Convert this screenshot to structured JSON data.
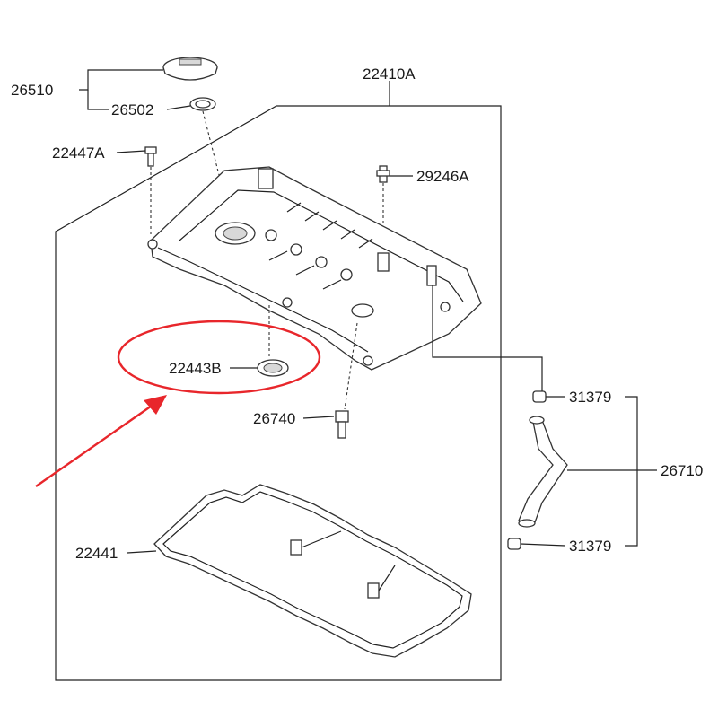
{
  "diagram": {
    "part_labels": {
      "p26510": "26510",
      "p26502": "26502",
      "p22447A": "22447A",
      "p22410A": "22410A",
      "p29246A": "29246A",
      "p22443B": "22443B",
      "p26740": "26740",
      "p31379_top": "31379",
      "p26710": "26710",
      "p31379_bottom": "31379",
      "p22441": "22441"
    },
    "colors": {
      "highlight": "#e8262b",
      "line": "#222222",
      "background": "#ffffff"
    }
  }
}
